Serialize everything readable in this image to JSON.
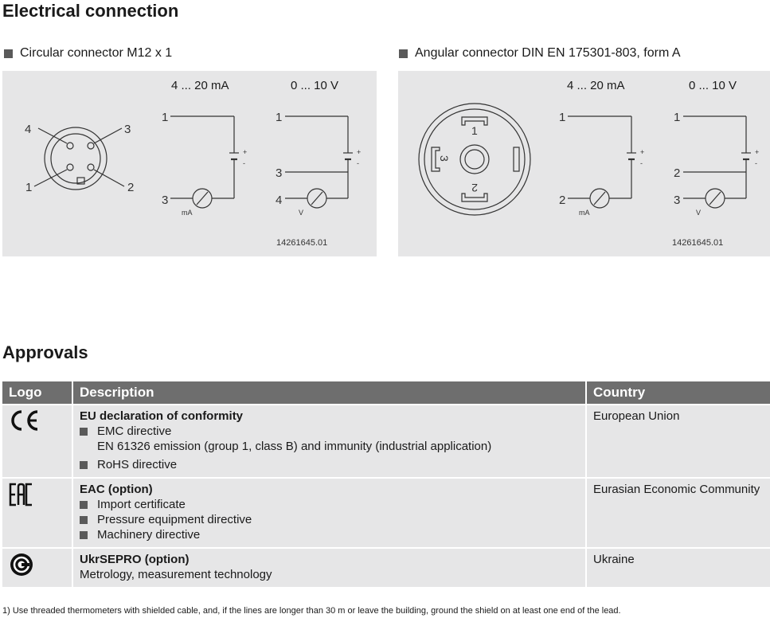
{
  "section1": {
    "title": "Electrical connection",
    "left_label": "Circular connector M12 x 1",
    "right_label": "Angular connector DIN EN 175301-803, form A"
  },
  "left_panel": {
    "col1_header": "4 ... 20 mA",
    "col2_header": "0 ... 10 V",
    "pins": {
      "p1": "1",
      "p2": "2",
      "p3": "3",
      "p4": "4"
    },
    "mA_circuit": {
      "top": "1",
      "bottom": "3",
      "meter": "mA"
    },
    "V_circuit": {
      "top": "1",
      "mid": "3",
      "bottom": "4",
      "meter": "V"
    },
    "code": "14261645.01"
  },
  "right_panel": {
    "col1_header": "4 ... 20 mA",
    "col2_header": "0 ... 10 V",
    "pins": {
      "p1": "1",
      "p2": "2",
      "p3": "3"
    },
    "mA_circuit": {
      "top": "1",
      "bottom": "2",
      "meter": "mA"
    },
    "V_circuit": {
      "top": "1",
      "mid": "2",
      "bottom": "3",
      "meter": "V"
    },
    "code": "14261645.01"
  },
  "section2": {
    "title": "Approvals",
    "headers": {
      "logo": "Logo",
      "description": "Description",
      "country": "Country"
    },
    "rows": [
      {
        "logo": "CE",
        "title": "EU declaration of conformity",
        "items": [
          "EMC directive",
          "RoHS directive"
        ],
        "emc_detail": "EN 61326 emission (group 1, class B) and immunity (industrial application)",
        "country": "European Union"
      },
      {
        "logo": "EAC",
        "title": "EAC (option)",
        "items": [
          "Import certificate",
          "Pressure equipment directive",
          "Machinery directive"
        ],
        "country": "Eurasian Economic Community"
      },
      {
        "logo": "UkrSEPRO",
        "title": "UkrSEPRO (option)",
        "text": "Metrology, measurement technology",
        "country": "Ukraine"
      }
    ]
  },
  "footnote": "1) Use threaded thermometers with shielded cable, and, if the lines are longer than 30 m or leave the building, ground the shield on at least one end of the lead."
}
